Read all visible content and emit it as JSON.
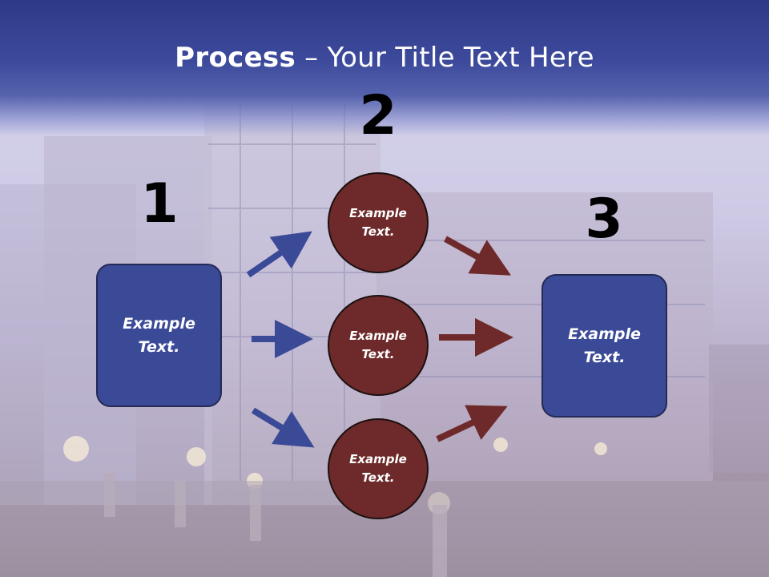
{
  "title": {
    "bold": "Process",
    "rest": " – Your Title Text Here"
  },
  "steps": [
    {
      "number": "1",
      "text": "Example Text."
    },
    {
      "number": "2",
      "items": [
        {
          "text": "Example Text."
        },
        {
          "text": "Example Text."
        },
        {
          "text": "Example Text."
        }
      ]
    },
    {
      "number": "3",
      "text": "Example Text."
    }
  ],
  "colors": {
    "title_band": "#3d4a9c",
    "box_fill": "#3b4a97",
    "circle_fill": "#6e2a2a",
    "arrow_blue": "#3b4a97",
    "arrow_maroon": "#6e2a2a"
  }
}
